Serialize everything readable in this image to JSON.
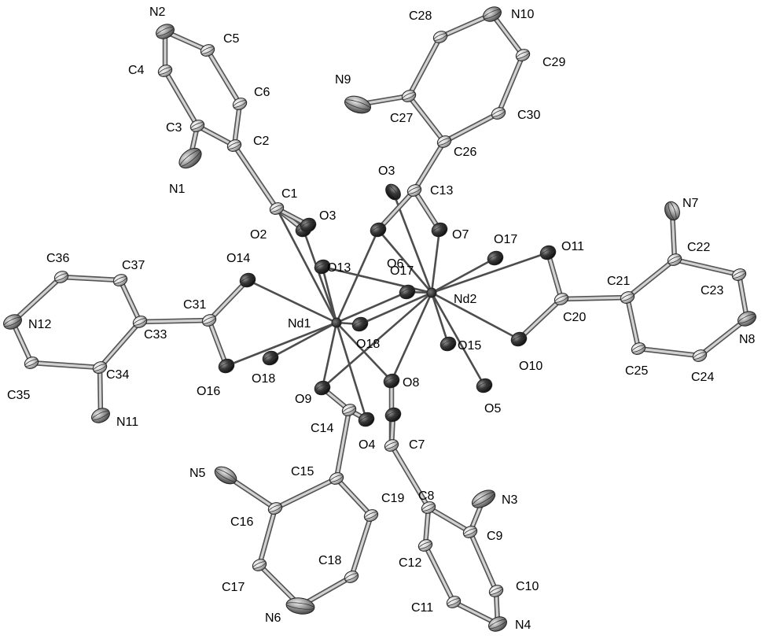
{
  "colors": {
    "background": "#ffffff",
    "carbon": "#c8c8c8",
    "nitrogen": "#8e8e8e",
    "oxygen": "#2e2e2e",
    "neodymium": "#1c1c1c",
    "bond": "#555555",
    "nd_bond": "#4d4d4d"
  },
  "atoms": {
    "Nd1": "Nd1",
    "Nd2": "Nd2",
    "N1": "N1",
    "N2": "N2",
    "N3": "N3",
    "N4": "N4",
    "N5": "N5",
    "N6": "N6",
    "N7": "N7",
    "N8": "N8",
    "N9": "N9",
    "N10": "N10",
    "N11": "N11",
    "N12": "N12",
    "O2": "O2",
    "O3": "O3",
    "O3b": "O3",
    "O4": "O4",
    "O5": "O5",
    "O6": "O6",
    "O7": "O7",
    "O8": "O8",
    "O9": "O9",
    "O10": "O10",
    "O11": "O11",
    "O13": "O13",
    "O14": "O14",
    "O15": "O15",
    "O16": "O16",
    "O17": "O17",
    "O17b": "O17",
    "O18": "O18",
    "O18b": "O18",
    "C1": "C1",
    "C2": "C2",
    "C3": "C3",
    "C4": "C4",
    "C5": "C5",
    "C6": "C6",
    "C7": "C7",
    "C8": "C8",
    "C9": "C9",
    "C10": "C10",
    "C11": "C11",
    "C12": "C12",
    "C13": "C13",
    "C14": "C14",
    "C15": "C15",
    "C16": "C16",
    "C17": "C17",
    "C18": "C18",
    "C19": "C19",
    "C20": "C20",
    "C21": "C21",
    "C22": "C22",
    "C23": "C23",
    "C24": "C24",
    "C25": "C25",
    "C26": "C26",
    "C27": "C27",
    "C28": "C28",
    "C29": "C29",
    "C30": "C30",
    "C31": "C31",
    "C33": "C33",
    "C34": "C34",
    "C35": "C35",
    "C36": "C36",
    "C37": "C37"
  }
}
